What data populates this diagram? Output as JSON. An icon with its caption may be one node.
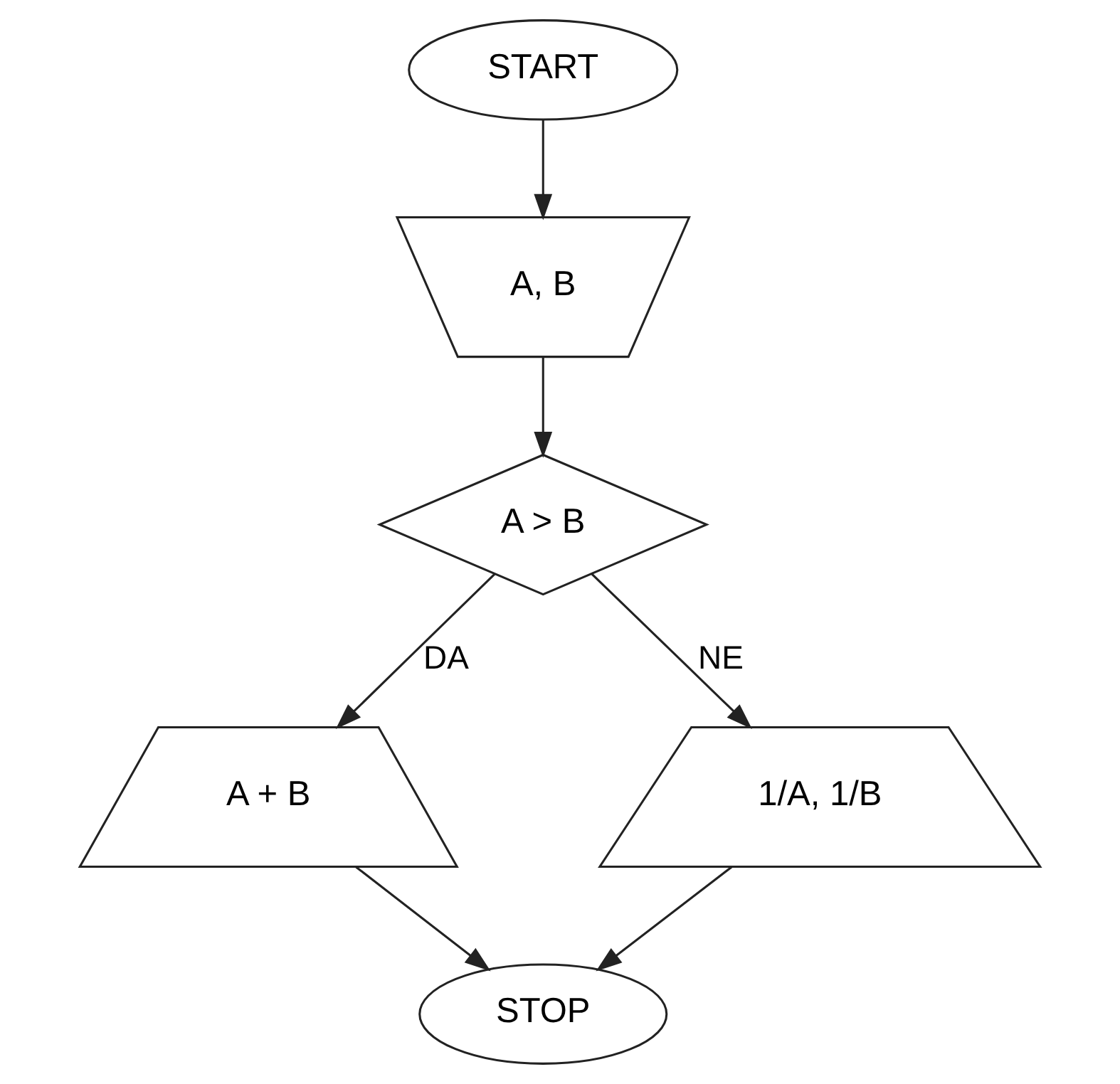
{
  "diagram": {
    "nodes": [
      {
        "text": [
          "START"
        ]
      },
      {
        "text": [
          "A, B"
        ]
      },
      {
        "text": [
          "A > B"
        ]
      },
      {
        "text": [
          "A + B"
        ]
      },
      {
        "text": [
          "1/A, 1/B"
        ]
      },
      {
        "text": [
          "STOP"
        ]
      }
    ],
    "edges": [
      {
        "from": 0,
        "to": 1,
        "arrow": "to"
      },
      {
        "from": 1,
        "to": 2,
        "arrow": "to"
      },
      {
        "from": 2,
        "to": 3,
        "arrow": "to",
        "label": "DA"
      },
      {
        "from": 2,
        "to": 4,
        "arrow": "to",
        "label": "NE"
      },
      {
        "from": 3,
        "to": 5,
        "arrow": "to"
      },
      {
        "from": 4,
        "to": 5,
        "arrow": "to"
      }
    ]
  }
}
